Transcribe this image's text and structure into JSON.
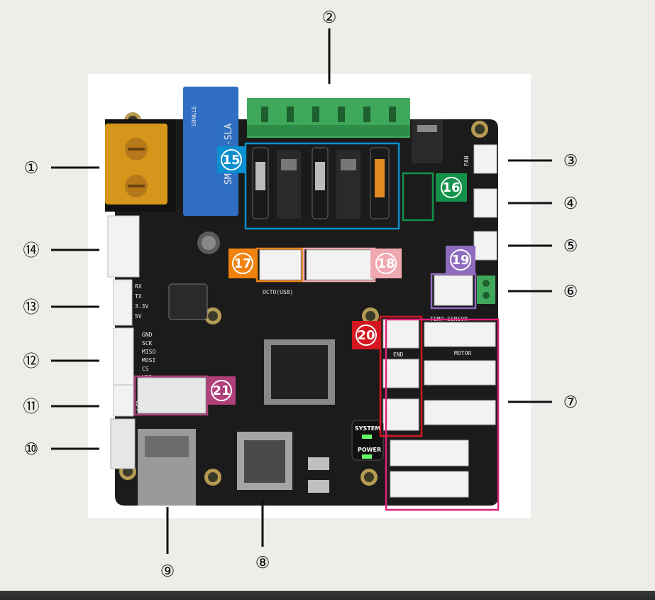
{
  "colors": {
    "background": "#efedea",
    "photo_frame": "#ffffff",
    "pcb": "#1b1b1b",
    "badge_blue": "#0a8fd0",
    "badge_green": "#12924a",
    "badge_orange": "#f0820f",
    "badge_pink": "#f0a8b0",
    "badge_purple": "#8e6bbf",
    "badge_red": "#d41620",
    "badge_magenta": "#b0407a",
    "box_magenta": "#e0207a"
  },
  "callouts": [
    {
      "id": 1,
      "text": "①"
    },
    {
      "id": 2,
      "text": "②"
    },
    {
      "id": 3,
      "text": "③"
    },
    {
      "id": 4,
      "text": "④"
    },
    {
      "id": 5,
      "text": "⑤"
    },
    {
      "id": 6,
      "text": "⑥"
    },
    {
      "id": 7,
      "text": "⑦"
    },
    {
      "id": 8,
      "text": "⑧"
    },
    {
      "id": 9,
      "text": "⑨"
    },
    {
      "id": 10,
      "text": "⑩"
    },
    {
      "id": 11,
      "text": "⑪"
    },
    {
      "id": 12,
      "text": "⑫"
    },
    {
      "id": 13,
      "text": "⑬"
    },
    {
      "id": 14,
      "text": "⑭"
    }
  ],
  "badges": [
    {
      "id": 15,
      "text": "15",
      "color": "#0a8fd0"
    },
    {
      "id": 16,
      "text": "16",
      "color": "#12924a"
    },
    {
      "id": 17,
      "text": "17",
      "color": "#f0820f"
    },
    {
      "id": 18,
      "text": "18",
      "color": "#f0a8b0"
    },
    {
      "id": 19,
      "text": "19",
      "color": "#8e6bbf"
    },
    {
      "id": 20,
      "text": "20",
      "color": "#d41620"
    },
    {
      "id": 21,
      "text": "21",
      "color": "#b0407a"
    }
  ],
  "board": {
    "relay_brand": "SONGLE",
    "relay_model": "SMIH-DC-SLA",
    "silk_octo": "OCTO(USB)",
    "silk_temp": "TEMP SENSOR",
    "silk_fan": "FAN",
    "silk_end": "END",
    "silk_motor": "MOTOR",
    "silk_lcd": "LCD",
    "silk_uart": [
      "RX",
      "TX",
      "3.3V",
      "5V"
    ],
    "silk_spi": [
      "GND",
      "SCK",
      "MISO",
      "MOSI",
      "CS",
      "VDD"
    ],
    "led_system": "SYSTEM",
    "led_power": "POWER"
  }
}
